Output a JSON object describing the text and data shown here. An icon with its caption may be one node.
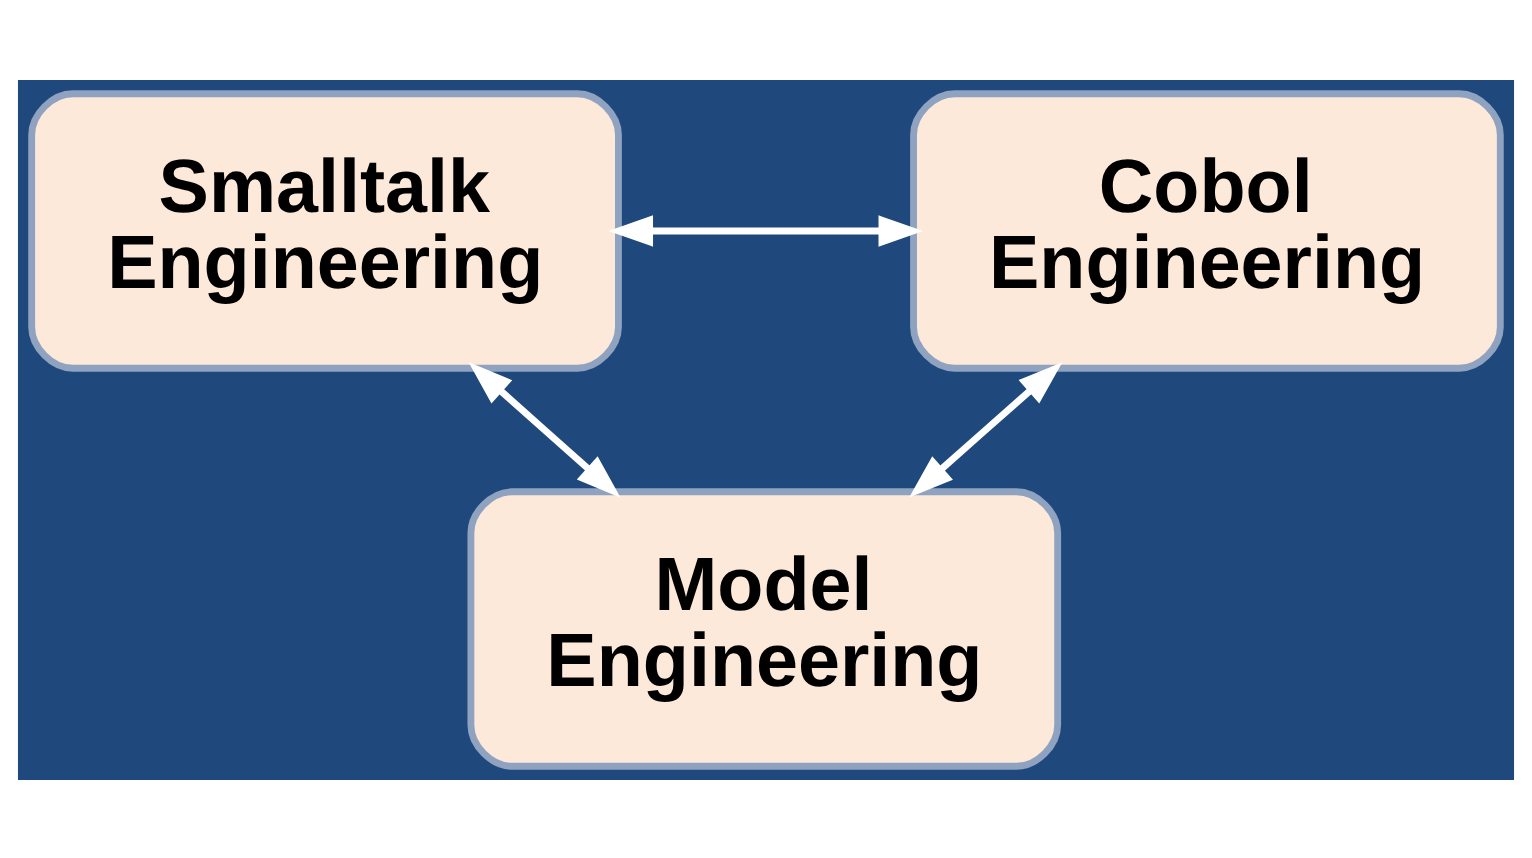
{
  "diagram": {
    "nodes": [
      {
        "text": [
          "Smalltalk Engineering"
        ]
      },
      {
        "text": [
          "Cobol Engineering"
        ]
      },
      {
        "text": [
          "Model Engineering"
        ]
      }
    ],
    "edges": [
      {
        "from": 0,
        "to": 1,
        "arrow": "both"
      },
      {
        "from": 0,
        "to": 2,
        "arrow": "both"
      },
      {
        "from": 1,
        "to": 2,
        "arrow": "both"
      }
    ]
  }
}
